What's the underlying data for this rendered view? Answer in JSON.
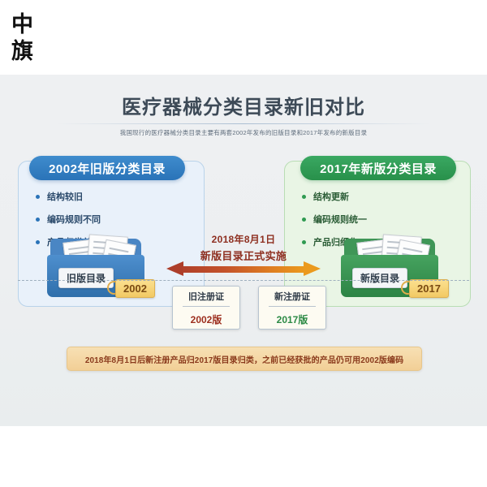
{
  "logo": {
    "line1": "中",
    "line2": "旗",
    "name": "zhongqi-logo"
  },
  "header": {
    "title": "医疗器械分类目录新旧对比",
    "subtitle": "我国现行的医疗器械分类目录主要有两套2002年发布的旧版目录和2017年发布的新版目录"
  },
  "panels": {
    "old": {
      "heading": "2002年旧版分类目录",
      "bullets": [
        "结构较旧",
        "编码规则不同",
        "产品归类差异"
      ],
      "accent": "#2a73b8",
      "fill": "#e9f1fa"
    },
    "new": {
      "heading": "2017年新版分类目录",
      "bullets": [
        "结构更新",
        "编码规则统一",
        "产品归细化"
      ],
      "accent": "#28904a",
      "fill": "#e9f5e5"
    }
  },
  "folders": {
    "old": {
      "label": "旧版目录",
      "tag": "2002"
    },
    "new": {
      "label": "新版目录",
      "tag": "2017"
    }
  },
  "timeline": {
    "date": "2018年8月1日",
    "event": "新版目录正式实施",
    "arrow_left_color": "#ad3e2a",
    "arrow_right_color": "#eb9a1d"
  },
  "certificates": {
    "old": {
      "title": "旧注册证",
      "version": "2002版",
      "color": "#9d2f1f"
    },
    "new": {
      "title": "新注册证",
      "version": "2017版",
      "color": "#2c8a45"
    }
  },
  "footer": {
    "note": "2018年8月1日后新注册产品归2017版目录归类，之前已经获批的产品仍可用2002版编码"
  }
}
